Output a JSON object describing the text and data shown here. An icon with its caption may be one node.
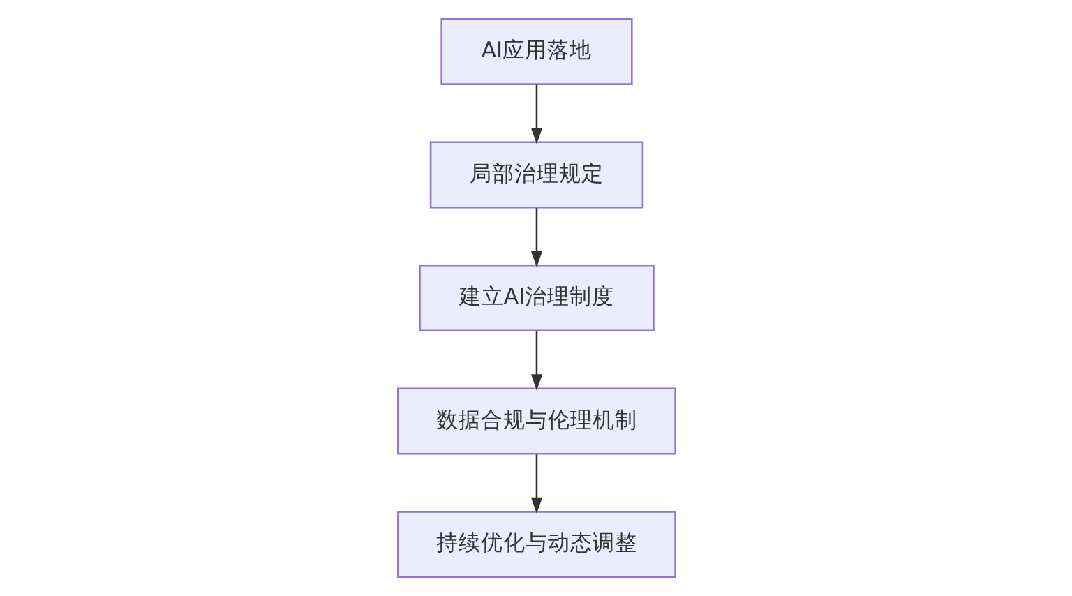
{
  "diagram": {
    "nodes": [
      {
        "text": [
          "AI应用落地"
        ]
      },
      {
        "text": [
          "局部治理规定"
        ]
      },
      {
        "text": [
          "建立AI治理制度"
        ]
      },
      {
        "text": [
          "数据合规与伦理机制"
        ]
      },
      {
        "text": [
          "持续优化与动态调整"
        ]
      }
    ],
    "edges": [
      {
        "from": 0,
        "to": 1,
        "arrow": "to"
      },
      {
        "from": 1,
        "to": 2,
        "arrow": "to"
      },
      {
        "from": 2,
        "to": 3,
        "arrow": "to"
      },
      {
        "from": 3,
        "to": 4,
        "arrow": "to"
      }
    ]
  }
}
